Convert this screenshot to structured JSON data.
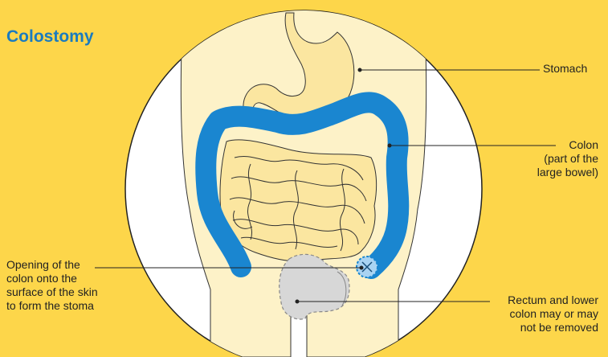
{
  "title": "Colostomy",
  "labels": {
    "stomach": [
      "Stomach"
    ],
    "colon": [
      "Colon",
      "(part of the",
      "large bowel)"
    ],
    "stoma": [
      "Opening of the",
      "colon onto the",
      "surface of the skin",
      "to form the stoma"
    ],
    "rectum": [
      "Rectum and lower",
      "colon may or may",
      "not be removed"
    ]
  },
  "colors": {
    "background": "#fdd64a",
    "title": "#1a7bbf",
    "colon": "#1a86d0",
    "organs": "#fbe6a0",
    "body": "#fdf2c8",
    "rectum": "#d7d7d7"
  }
}
